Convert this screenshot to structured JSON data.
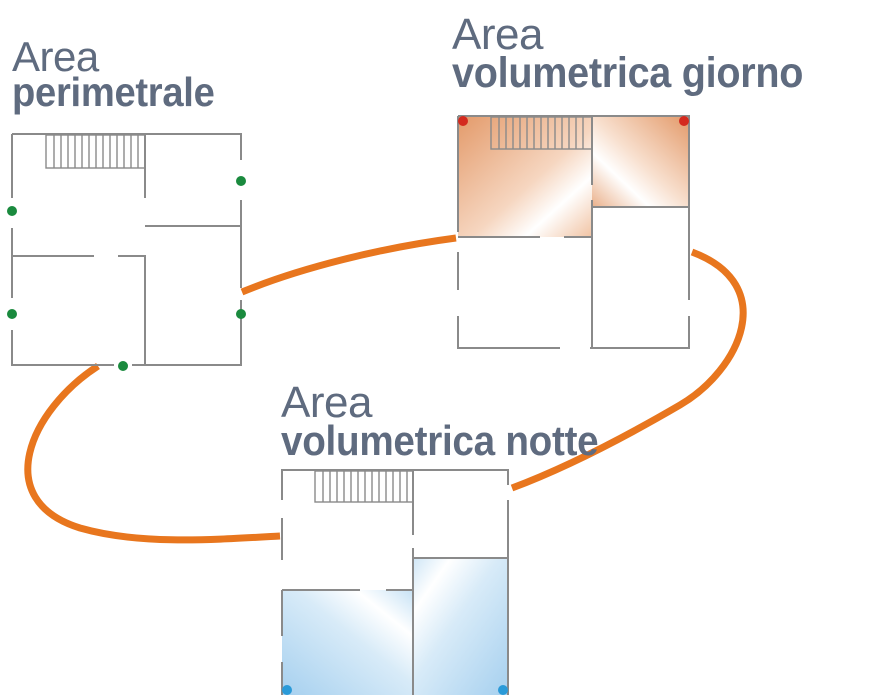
{
  "labels": {
    "perimetral": {
      "line1": "Area",
      "line2": "perimetrale"
    },
    "day": {
      "line1": "Area",
      "line2": "volumetrica giorno"
    },
    "night": {
      "line1": "Area",
      "line2": "volumetrica notte"
    }
  },
  "colors": {
    "label_text": "#5f6b7f",
    "connector": "#e8761e",
    "perimeter_sensor": "#1a8a3e",
    "day_sensor": "#d42a1e",
    "night_sensor": "#2a9ad8",
    "day_fill": "#e8a47a",
    "night_fill": "#a9d3f0",
    "walls": "#8a8a8a"
  }
}
